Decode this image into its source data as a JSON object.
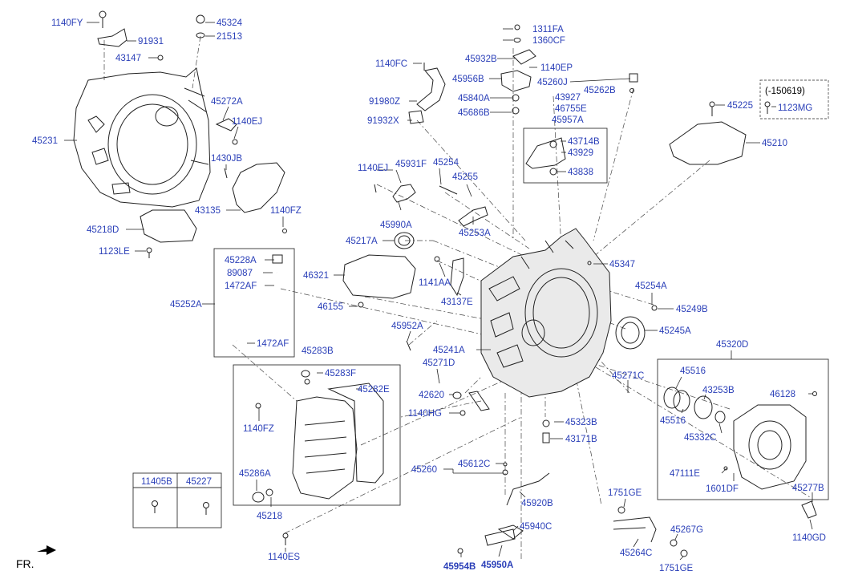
{
  "labels": {
    "l1140FY": "1140FY",
    "l91931": "91931",
    "l43147": "43147",
    "l45324": "45324",
    "l21513": "21513",
    "l45272A": "45272A",
    "l1140EJ_a": "1140EJ",
    "l45231": "45231",
    "l1430JB": "1430JB",
    "l43135": "43135",
    "l1140FZ_a": "1140FZ",
    "l45218D": "45218D",
    "l1123LE": "1123LE",
    "l1140FC": "1140FC",
    "l91980Z": "91980Z",
    "l91932X": "91932X",
    "l1311FA": "1311FA",
    "l1360CF": "1360CF",
    "l45932B": "45932B",
    "l1140EP": "1140EP",
    "l45956B": "45956B",
    "l45260J": "45260J",
    "l45262B": "45262B",
    "l45840A": "45840A",
    "l43927": "43927",
    "l46755E": "46755E",
    "l45686B": "45686B",
    "l45957A": "45957A",
    "l43714B": "43714B",
    "l43929": "43929",
    "l43838": "43838",
    "l150619": "(-150619)",
    "l45225": "45225",
    "l1123MG": "1123MG",
    "l45210": "45210",
    "l1140EJ_b": "1140EJ",
    "l45931F": "45931F",
    "l45254": "45254",
    "l45255": "45255",
    "l45990A": "45990A",
    "l45253A": "45253A",
    "l45217A": "45217A",
    "l45347": "45347",
    "l46321": "46321",
    "l1141AA": "1141AA",
    "l43137E": "43137E",
    "l46155": "46155",
    "l45254A": "45254A",
    "l45249B": "45249B",
    "l45245A": "45245A",
    "l45228A": "45228A",
    "l89087": "89087",
    "l1472AF_a": "1472AF",
    "l45252A": "45252A",
    "l1472AF_b": "1472AF",
    "l45952A": "45952A",
    "l45241A": "45241A",
    "l45271D": "45271D",
    "l45283B": "45283B",
    "l45283F": "45283F",
    "l45282E": "45282E",
    "l1140FZ_b": "1140FZ",
    "l42620": "42620",
    "l1140HG": "1140HG",
    "l45271C": "45271C",
    "l45323B": "45323B",
    "l43171B": "43171B",
    "l45320D": "45320D",
    "l45516_a": "45516",
    "l45516_b": "45516",
    "l43253B": "43253B",
    "l46128": "46128",
    "l45332C": "45332C",
    "l47111E": "47111E",
    "l1601DF": "1601DF",
    "l45277B": "45277B",
    "l1140GD": "1140GD",
    "l45260": "45260",
    "l45612C": "45612C",
    "l45920B": "45920B",
    "l45940C": "45940C",
    "l45286A": "45286A",
    "l45218": "45218",
    "l1140ES": "1140ES",
    "l45954B": "45954B",
    "l45950A": "45950A",
    "l1751GE_a": "1751GE",
    "l45267G": "45267G",
    "l45264C": "45264C",
    "l1751GE_b": "1751GE",
    "fr": "FR."
  },
  "table": {
    "headers": [
      "11405B",
      "45227"
    ]
  }
}
